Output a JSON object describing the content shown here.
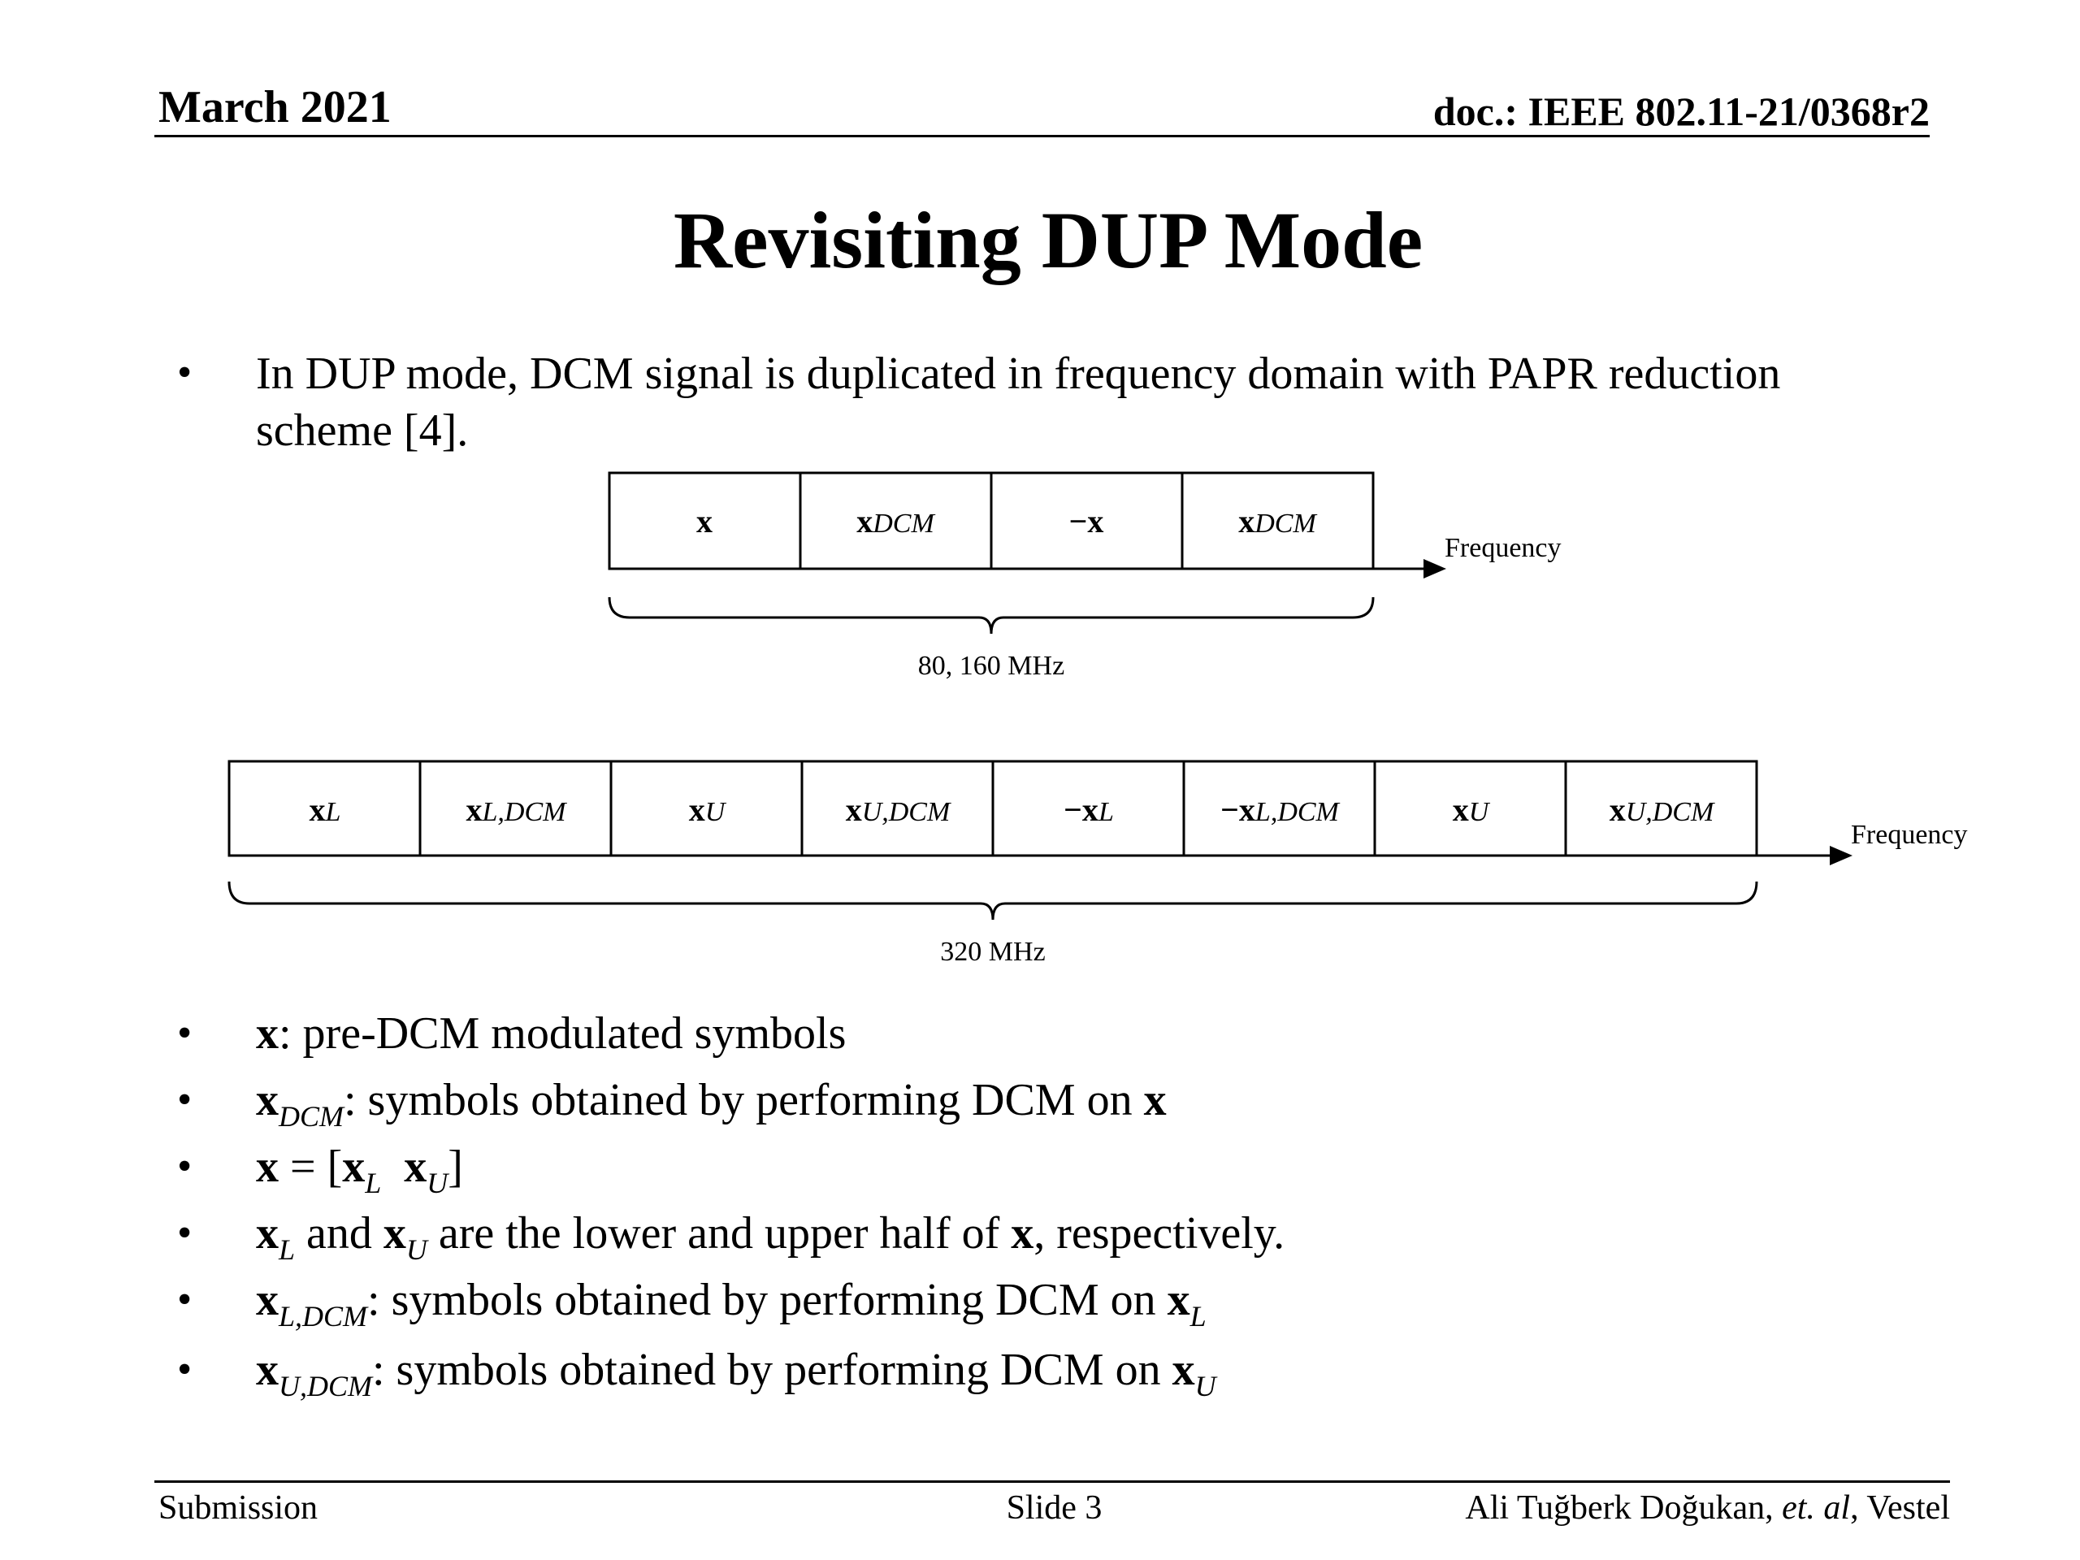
{
  "header": {
    "date": "March 2021",
    "doc": "doc.: IEEE 802.11-21/0368r2"
  },
  "title": "Revisiting DUP Mode",
  "intro": "In DUP mode, DCM signal is duplicated in frequency domain with PAPR reduction scheme [4].",
  "diagram1": {
    "blocks": [
      "x",
      "x_DCM",
      "−x",
      "x_DCM"
    ],
    "axis_label": "Frequency",
    "brace_label": "80, 160 MHz"
  },
  "diagram2": {
    "blocks": [
      "x_L",
      "x_L,DCM",
      "x_U",
      "x_U,DCM",
      "−x_L",
      "−x_L,DCM",
      "x_U",
      "x_U,DCM"
    ],
    "axis_label": "Frequency",
    "brace_label": "320 MHz"
  },
  "bullets": {
    "b1": {
      "sym": "x",
      "text": ": pre-DCM modulated symbols"
    },
    "b2": {
      "sym": "x",
      "sub": "DCM",
      "text": ": symbols obtained by performing DCM on ",
      "sym2": "x"
    },
    "b3": {
      "sym": "x",
      "eq": " = [",
      "sym2": "x",
      "sub2": "L",
      "sym3": "x",
      "sub3": "U",
      "close": "]"
    },
    "b4": {
      "sym": "x",
      "sub": "L",
      "and": " and ",
      "sym2": "x",
      "sub2": "U",
      "text": " are the lower and upper half of ",
      "sym3": "x",
      "end": ", respectively."
    },
    "b5": {
      "sym": "x",
      "sub": "L,DCM",
      "text": ": symbols obtained by performing DCM on ",
      "sym2": "x",
      "sub2": "L"
    },
    "b6": {
      "sym": "x",
      "sub": "U,DCM",
      "text": ": symbols obtained by performing DCM on ",
      "sym2": "x",
      "sub2": "U"
    }
  },
  "bullet_char": "•",
  "footer": {
    "left": "Submission",
    "center": "Slide 3",
    "right_name": "Ali Tuğberk Doğukan, ",
    "right_etal": "et. al",
    "right_org": ", Vestel"
  }
}
